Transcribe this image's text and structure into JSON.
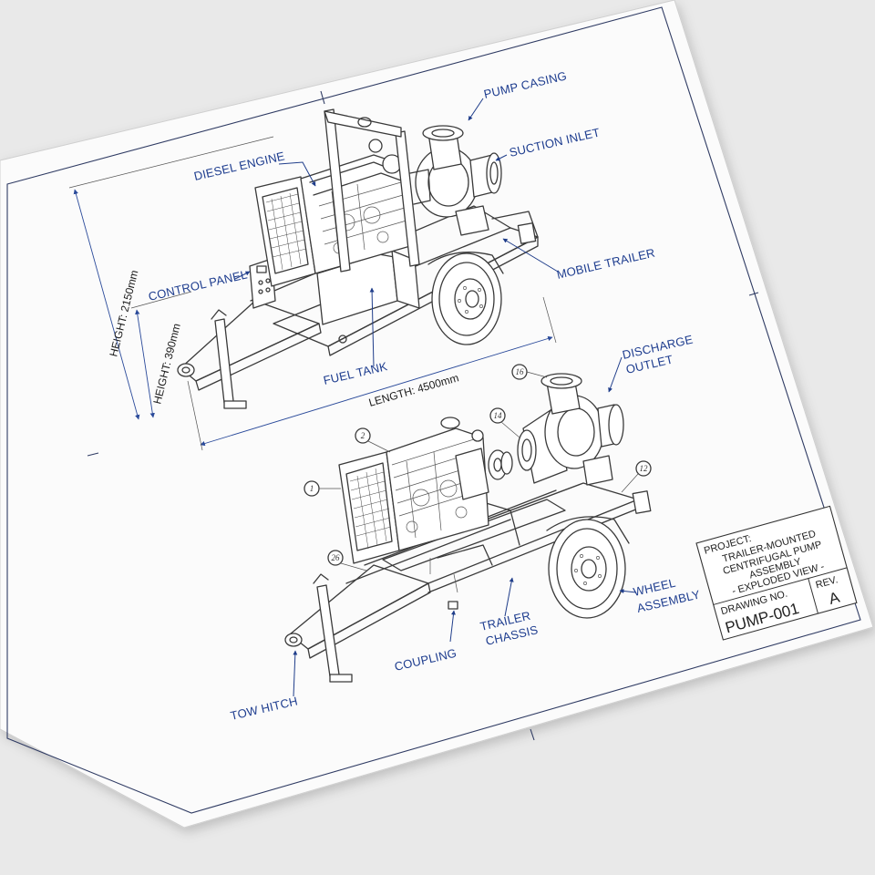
{
  "labels": {
    "pump_casing": "PUMP CASING",
    "suction_inlet": "SUCTION INLET",
    "diesel_engine": "DIESEL ENGINE",
    "control_panel": "CONTROL PANEL",
    "mobile_trailer": "MOBILE TRAILER",
    "fuel_tank": "FUEL TANK",
    "discharge_outlet_1": "DISCHARGE",
    "discharge_outlet_2": "OUTLET",
    "trailer_chassis_1": "TRAILER",
    "trailer_chassis_2": "CHASSIS",
    "wheel_assembly_1": "WHEEL",
    "wheel_assembly_2": "ASSEMBLY",
    "coupling": "COUPLING",
    "tow_hitch": "TOW HITCH"
  },
  "dimensions": {
    "height_overall": "HEIGHT: 2150mm",
    "height_hitch": "HEIGHT: 390mm",
    "length": "LENGTH: 4500mm"
  },
  "part_numbers": {
    "p1": "1",
    "p2": "2",
    "p14": "14",
    "p16": "16",
    "p12": "12",
    "p26": "26"
  },
  "title_block": {
    "project_label": "PROJECT:",
    "project_line1": "TRAILER-MOUNTED",
    "project_line2": "CENTRIFUGAL PUMP",
    "project_line3": "ASSEMBLY",
    "project_line4": "- EXPLODED VIEW -",
    "drawing_no_label": "DRAWING NO.",
    "drawing_no": "PUMP-001",
    "rev_label": "REV.",
    "rev": "A"
  }
}
